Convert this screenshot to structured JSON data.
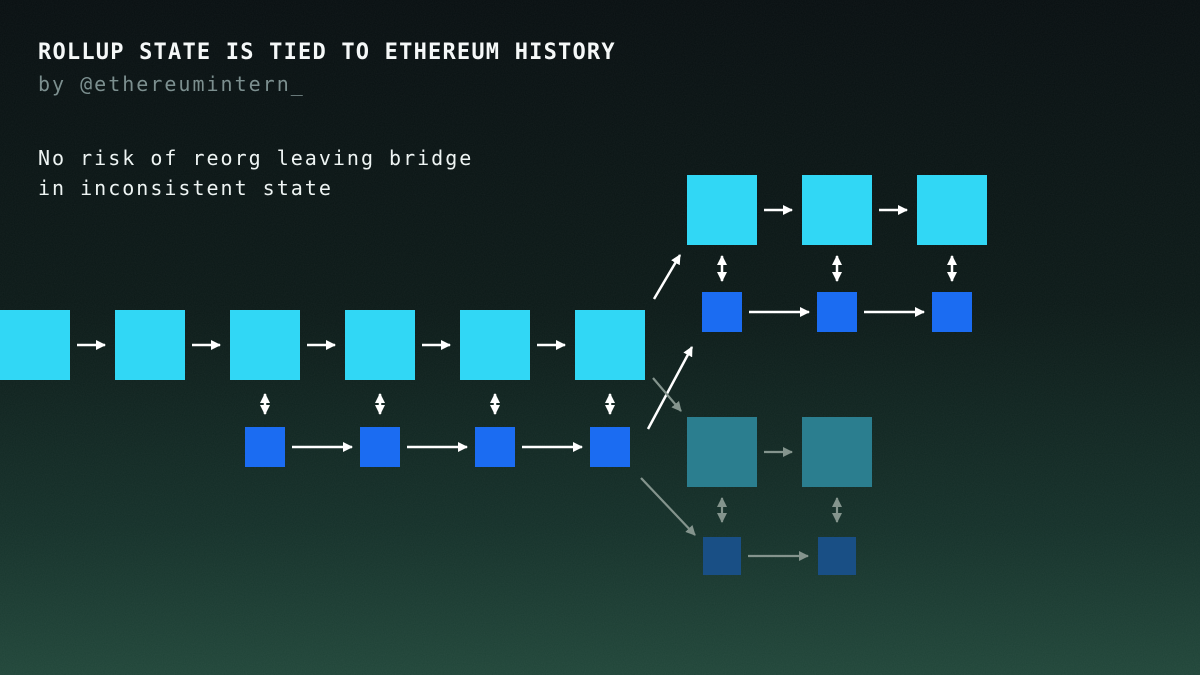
{
  "header": {
    "title": "ROLLUP STATE IS TIED TO ETHEREUM HISTORY",
    "byline": "by @ethereumintern_"
  },
  "note": {
    "lines": [
      "No risk of reorg leaving bridge",
      "in inconsistent state"
    ]
  },
  "colors": {
    "background_top": "#070e10",
    "background_mid": "#143029",
    "background_bottom": "#204639",
    "title_text": "#f5f8f8",
    "byline_text": "#7c8f8f",
    "note_text": "#eef4f3",
    "l1_block": "#31d7f5",
    "l2_block": "#1b6cf2",
    "l1_block_faded": "#2b7e8f",
    "l2_block_faded": "#194f85",
    "arrow_active": "#ffffff",
    "arrow_faded": "#84948d"
  },
  "diagram": {
    "description": "Ethereum L1 chain (cyan blocks) linked two-way to rollup L2 blocks (blue); chain forks into a canonical bright branch (top) and a faded reorged branch (bottom), each carrying its own L2 blocks",
    "main_chain_l1_blocks": 6,
    "main_chain_l2_blocks": 4,
    "canonical_branch_l1_blocks": 3,
    "canonical_branch_l2_blocks": 3,
    "reorged_branch_l1_blocks": 2,
    "reorged_branch_l2_blocks": 2
  }
}
